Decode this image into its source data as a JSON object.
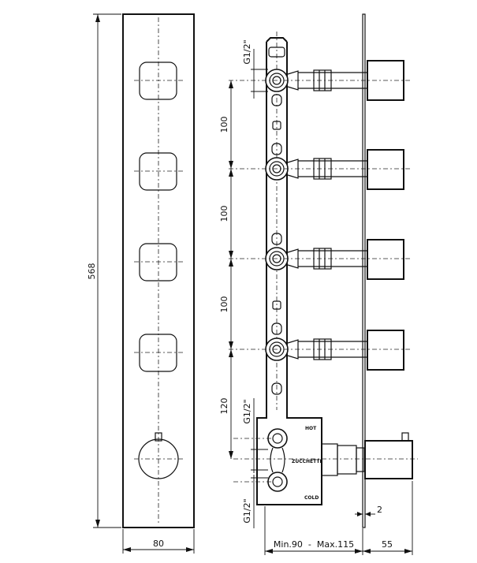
{
  "front_view": {
    "height_label": "568",
    "width_label": "80"
  },
  "side_view": {
    "spacing_labels": [
      "100",
      "100",
      "100",
      "120"
    ],
    "thread_top": "G1/2\"",
    "thread_mid": "G1/2\"",
    "thread_bottom": "G1/2\"",
    "hot_label": "HOT",
    "cold_label": "COLD",
    "brand_label": "ZUCCHETTI",
    "depth_label": "Min.90  -  Max.115",
    "plate_depth_label": "55",
    "plate_thickness_label": "2"
  }
}
